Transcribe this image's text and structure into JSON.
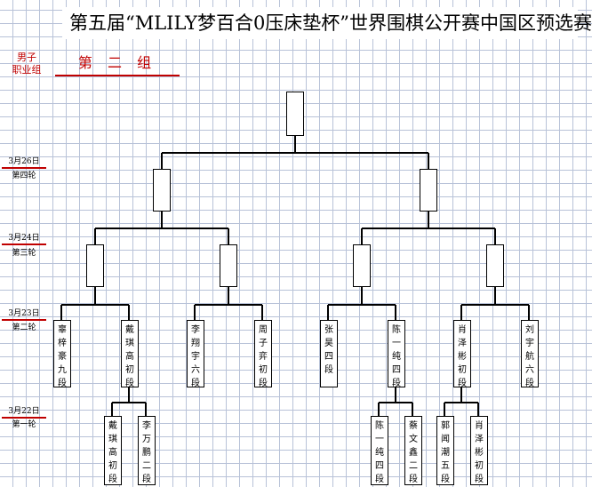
{
  "title": "第五届“MLILY梦百合0压床垫杯”世界围棋公开赛中国区预选赛",
  "category": {
    "line1": "男子",
    "line2": "职业组"
  },
  "group_label": "第 二 组",
  "rounds": [
    {
      "date": "3月26日",
      "name": "第四轮"
    },
    {
      "date": "3月24日",
      "name": "第三轮"
    },
    {
      "date": "3月23日",
      "name": "第二轮"
    },
    {
      "date": "3月22日",
      "name": "第一轮"
    }
  ],
  "players": {
    "r2_1": "辜梓豪九段",
    "r2_2": "戴琪高初段",
    "r2_3": "李翔宇六段",
    "r2_4": "周子弈初段",
    "r2_5": "张昊四段",
    "r2_6": "陈一纯四段",
    "r2_7": "肖泽彬初段",
    "r2_8": "刘宇航六段",
    "r1_1": "戴琪高初段",
    "r1_2": "李万鹏二段",
    "r1_3": "陈一纯四段",
    "r1_4": "蔡文鑫二段",
    "r1_5": "郭闻潮五段",
    "r1_6": "肖泽彬初段"
  }
}
